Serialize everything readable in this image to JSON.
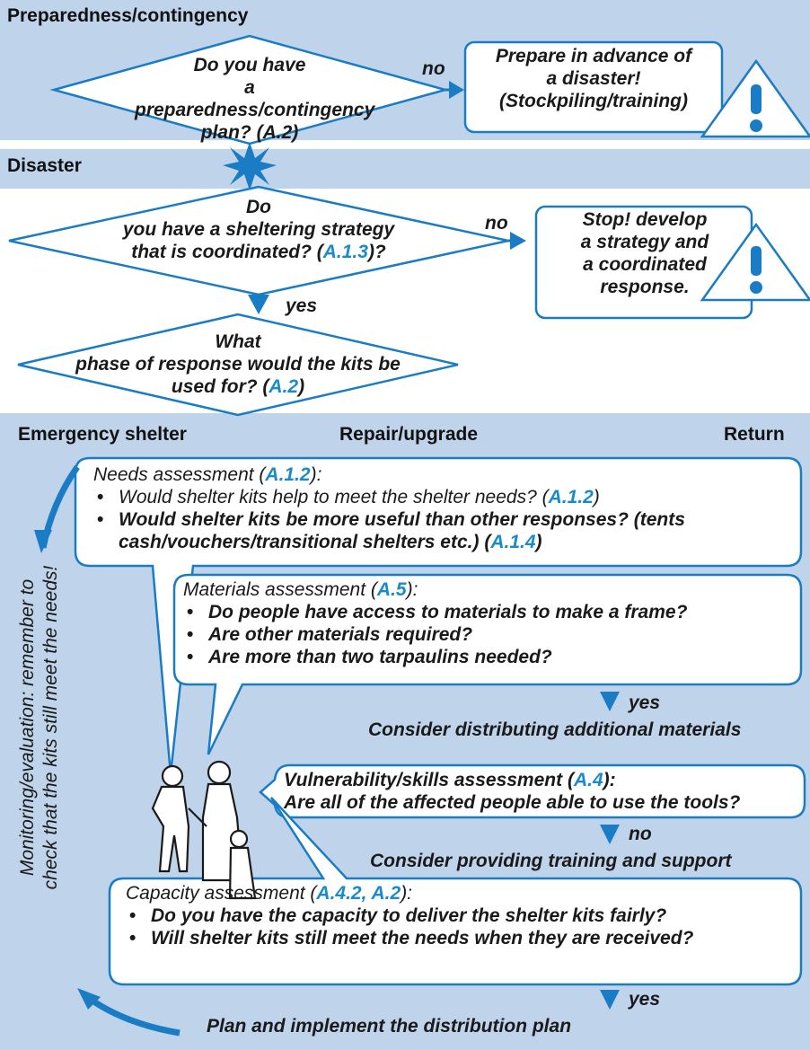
{
  "sections": {
    "preparedness": "Preparedness/contingency",
    "disaster": "Disaster",
    "phase_emergency": "Emergency shelter",
    "phase_repair": "Repair/upgrade",
    "phase_return": "Return"
  },
  "decisions": {
    "plan_q1": "Do you have",
    "plan_q2": "a preparedness/contingency",
    "plan_q3": "plan? (A.2)",
    "plan_no": "no",
    "plan_action1": "Prepare in advance of",
    "plan_action2": "a disaster!",
    "plan_action3": "(Stockpiling/training)",
    "strategy_q1": "Do",
    "strategy_q2": "you have a sheltering strategy",
    "strategy_q3a": "that is coordinated? (",
    "strategy_q3_ref": "A.1.3",
    "strategy_q3b": ")?",
    "strategy_no": "no",
    "strategy_yes": "yes",
    "strategy_action1": "Stop! develop",
    "strategy_action2": "a strategy and",
    "strategy_action3": "a coordinated",
    "strategy_action4": "response.",
    "phase_q1": "What",
    "phase_q2": "phase of response would the kits be",
    "phase_q3a": "used for? (",
    "phase_q3_ref": "A.2",
    "phase_q3b": ")"
  },
  "needs": {
    "title_a": "Needs assessment (",
    "title_ref": "A.1.2",
    "title_b": "):",
    "item1_a": "Would shelter kits help to meet the shelter needs? (",
    "item1_ref": "A.1.2",
    "item1_b": ")",
    "item2_a": "Would shelter kits be more useful than other responses? (tents cash/vouchers/transitional shelters etc.) (",
    "item2_ref": "A.1.4",
    "item2_b": ")"
  },
  "materials": {
    "title_a": "Materials assessment (",
    "title_ref": "A.5",
    "title_b": "):",
    "items": [
      "Do people have access to materials to make a frame?",
      "Are other materials required?",
      "Are more than two tarpaulins needed?"
    ],
    "yes": "yes",
    "outcome": "Consider distributing additional materials"
  },
  "vulnerability": {
    "title_a": "Vulnerability/skills assessment (",
    "title_ref": "A.4",
    "title_b": "):",
    "question": "Are all of the affected people able to use the tools?",
    "no": "no",
    "outcome": "Consider providing training and support"
  },
  "capacity": {
    "title_a": "Capacity assessment (",
    "title_ref": "A.4.2, A.2",
    "title_b": "):",
    "items": [
      "Do you have the capacity to deliver the shelter kits fairly?",
      "Will shelter kits still meet the needs when they are received?"
    ],
    "yes": "yes",
    "outcome": "Plan and implement the distribution plan"
  },
  "monitoring": {
    "line1": "Monitoring/evaluation: remember to",
    "line2": "check that the kits still meet the needs!"
  },
  "colors": {
    "band": "#bfd3ea",
    "accent": "#1a7cc4",
    "link": "#1a8acb"
  }
}
